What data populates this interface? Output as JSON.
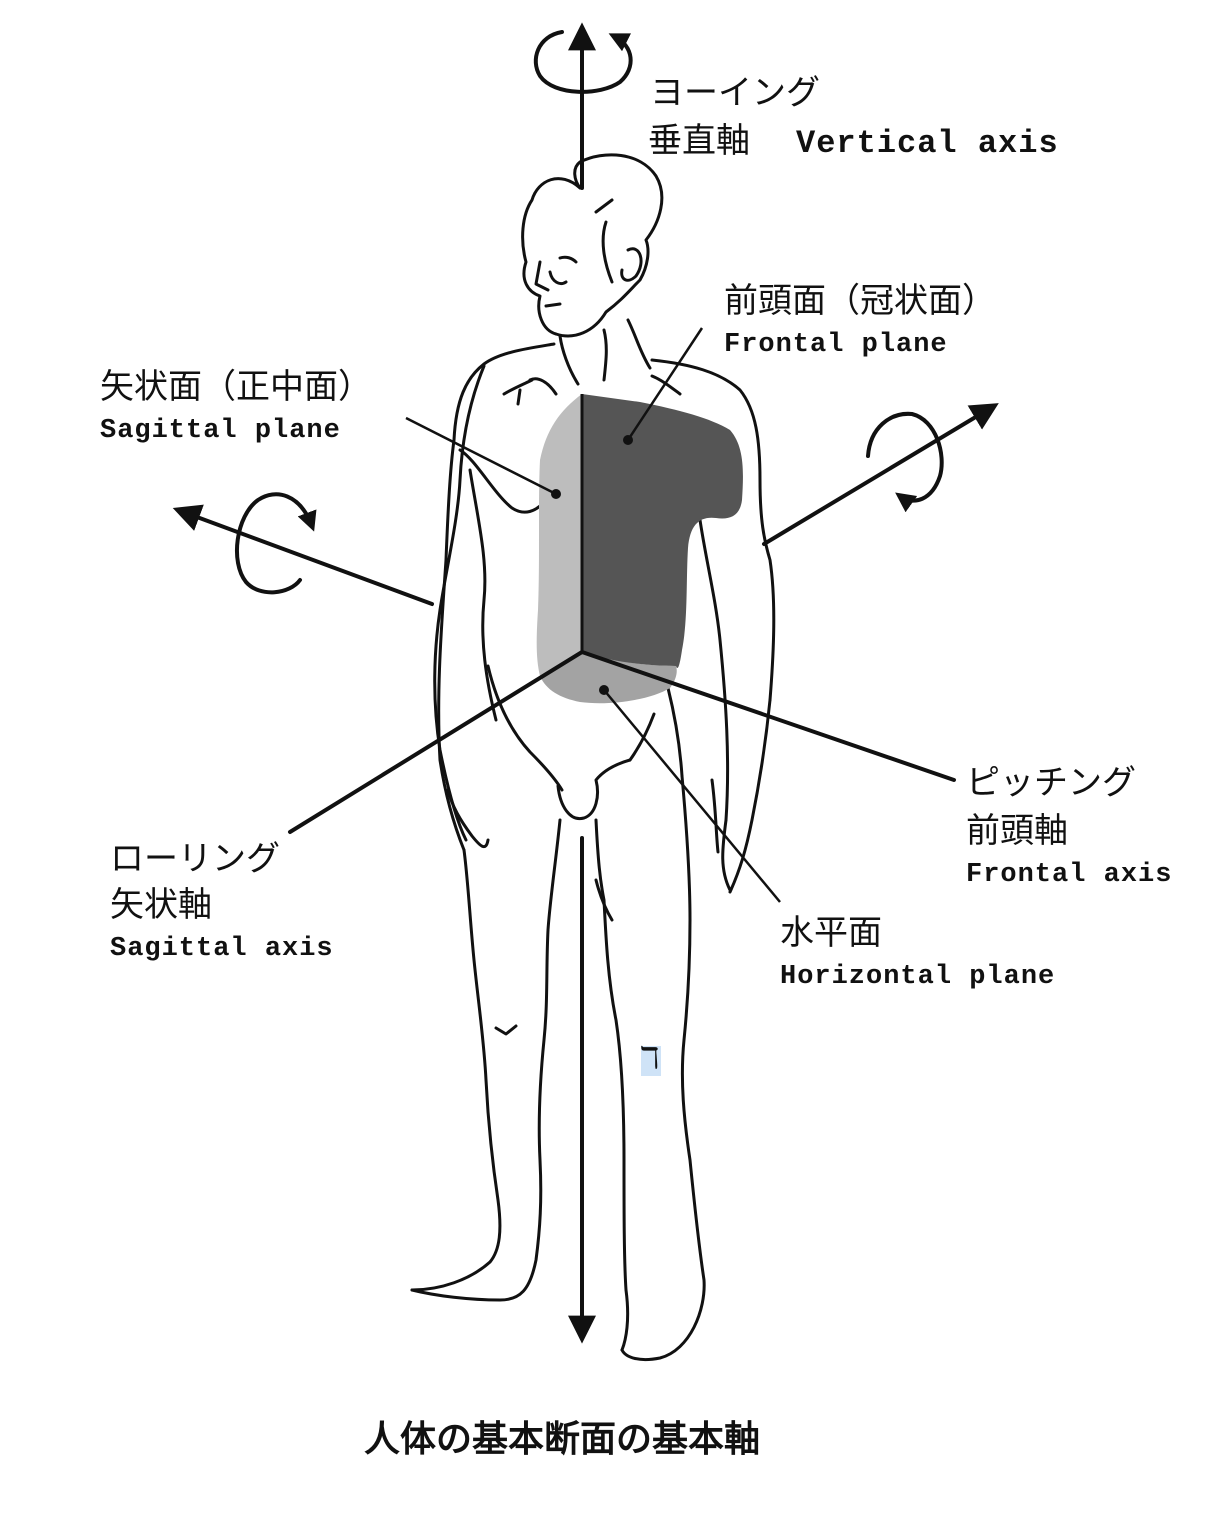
{
  "labels": {
    "yaw_jp": "ヨーイング",
    "vertical_axis_jp": "垂直軸",
    "vertical_axis_en": "Vertical axis",
    "frontal_plane_jp": "前頭面（冠状面）",
    "frontal_plane_en": "Frontal plane",
    "sagittal_plane_jp": "矢状面（正中面）",
    "sagittal_plane_en": "Sagittal plane",
    "pitch_jp": "ピッチング",
    "frontal_axis_jp": "前頭軸",
    "frontal_axis_en": "Frontal axis",
    "roll_jp": "ローリング",
    "sagittal_axis_jp": "矢状軸",
    "sagittal_axis_en": "Sagittal axis",
    "horizontal_plane_jp": "水平面",
    "horizontal_plane_en": "Horizontal plane",
    "knee_mark": "ℸ"
  },
  "caption": "人体の基本断面の基本軸",
  "colors": {
    "line": "#111111",
    "frontal_plane_fill": "#555555",
    "sagittal_plane_fill": "#bdbdbd",
    "horizontal_plane_fill": "#a3a3a3",
    "highlight": "#cfe3f7"
  }
}
